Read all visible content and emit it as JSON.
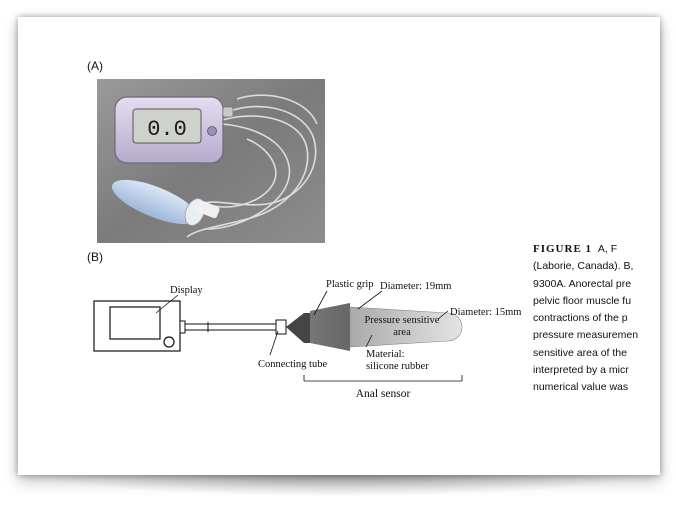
{
  "panel_a_label": "(A)",
  "panel_b_label": "(B)",
  "device_display_value": "0.0",
  "diagram": {
    "display": "Display",
    "plastic_grip": "Plastic grip",
    "diameter_19": "Diameter: 19mm",
    "diameter_15": "Diameter: 15mm",
    "pressure_line1": "Pressure sensitive",
    "pressure_line2": "area",
    "material_line1": "Material:",
    "material_line2": "silicone rubber",
    "connecting_tube": "Connecting tube",
    "anal_sensor": "Anal sensor"
  },
  "caption": {
    "fig_label": "FIGURE 1",
    "line1_rest": "A, F",
    "lines": [
      "(Laborie, Canada). B,",
      "9300A. Anorectal pre",
      "pelvic floor muscle fu",
      "contractions of the p",
      "pressure measuremen",
      "sensitive area of the",
      "interpreted by a micr",
      "numerical value was"
    ]
  }
}
